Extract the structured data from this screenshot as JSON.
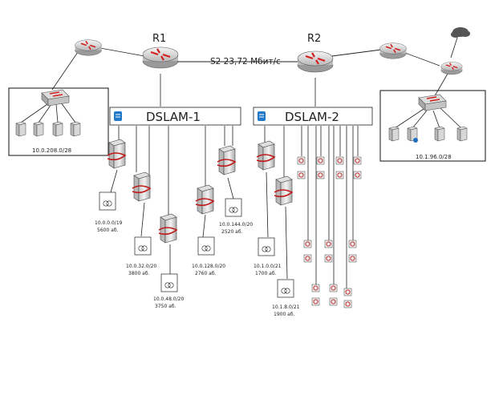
{
  "routers": {
    "r1": {
      "label": "R1"
    },
    "r2": {
      "label": "R2"
    }
  },
  "links": {
    "r1_r2": "S2 23,72 Мбит/с"
  },
  "dslam": {
    "d1": {
      "label": "DSLAM-1"
    },
    "d2": {
      "label": "DSLAM-2"
    }
  },
  "lans": {
    "left": "10.0.208.0/28",
    "right": "10.1.96.0/28"
  },
  "subscriber_groups": [
    {
      "net": "10.0.0.0/19",
      "count": "5600 аб."
    },
    {
      "net": "10.0.32.0/20",
      "count": "3800 аб."
    },
    {
      "net": "10.0.48.0/20",
      "count": "3750 аб."
    },
    {
      "net": "10.0.128.0/20",
      "count": "2760 аб."
    },
    {
      "net": "10.0.144.0/20",
      "count": "2520 аб."
    },
    {
      "net": "10.1.0.0/21",
      "count": "1700 аб."
    },
    {
      "net": "10.1.8.0/21",
      "count": "1900 аб."
    }
  ],
  "colors": {
    "router_red": "#d21f1f",
    "line": "#222222",
    "dslam_icon": "#1f78c8"
  }
}
